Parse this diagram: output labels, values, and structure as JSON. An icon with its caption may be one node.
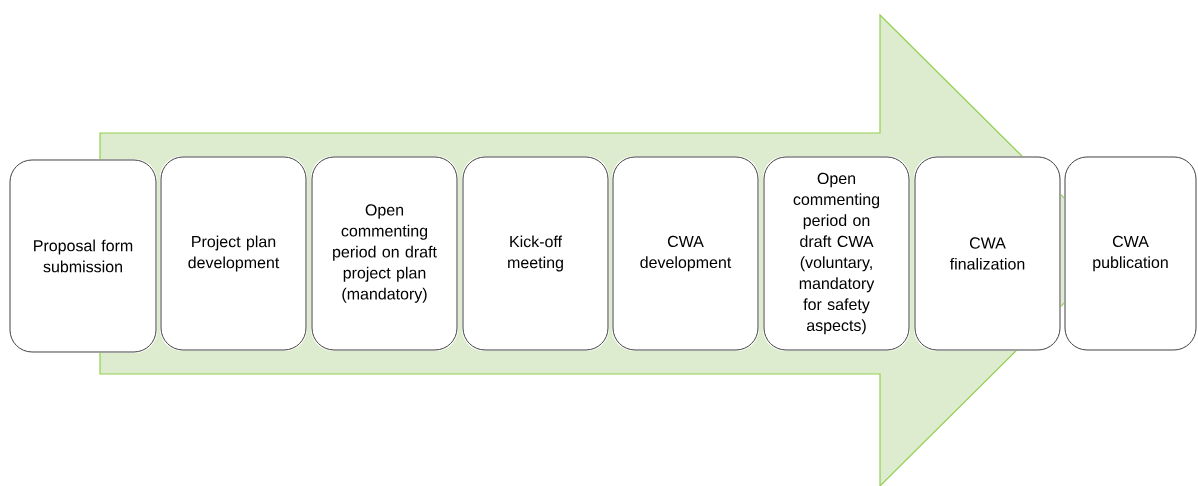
{
  "diagram": {
    "nodes": [
      {
        "text": [
          "Proposal form submission"
        ]
      },
      {
        "text": [
          "Project plan development"
        ]
      },
      {
        "text": [
          "Open commenting period on draft project plan (mandatory)"
        ]
      },
      {
        "text": [
          "Kick-off meeting"
        ]
      },
      {
        "text": [
          "CWA development"
        ]
      },
      {
        "text": [
          "Open commenting period on draft CWA (voluntary, mandatory for safety aspects)"
        ]
      },
      {
        "text": [
          "CWA finalization"
        ]
      },
      {
        "text": [
          "CWA publication"
        ]
      }
    ],
    "edges": [
      {
        "from": 0,
        "to": 7,
        "arrow": "to"
      }
    ]
  }
}
